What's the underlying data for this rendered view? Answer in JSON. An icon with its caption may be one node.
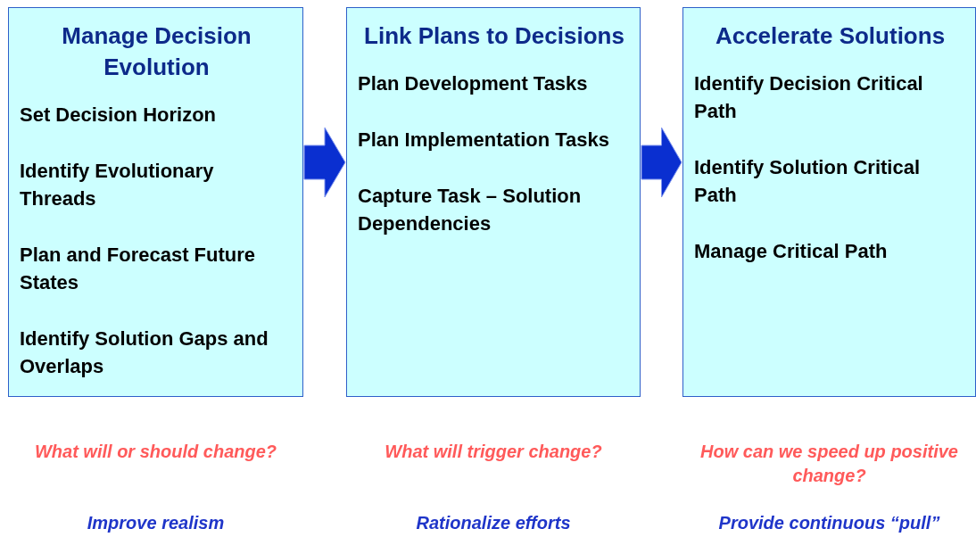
{
  "diagram": {
    "nodes": [
      {
        "text": [
          "Manage Decision Evolution",
          "Set Decision Horizon",
          "Identify Evolutionary Threads",
          "Plan and Forecast Future States",
          "Identify Solution Gaps and Overlaps"
        ],
        "beside": [
          "What will or should change?",
          "Improve realism"
        ]
      },
      {
        "text": [
          "Link Plans to Decisions",
          "Plan Development Tasks",
          "Plan Implementation Tasks",
          "Capture Task – Solution Dependencies"
        ],
        "beside": [
          "What will trigger change?",
          "Rationalize efforts"
        ]
      },
      {
        "text": [
          "Accelerate Solutions",
          "Identify Decision Critical Path",
          "Identify Solution Critical Path",
          "Manage Critical Path"
        ],
        "beside": [
          "How can we speed up positive change?",
          "Provide continuous “pull”"
        ]
      }
    ],
    "edges": [
      {
        "from": 0,
        "to": 1,
        "arrow": "to"
      },
      {
        "from": 1,
        "to": 2,
        "arrow": "to"
      }
    ]
  }
}
